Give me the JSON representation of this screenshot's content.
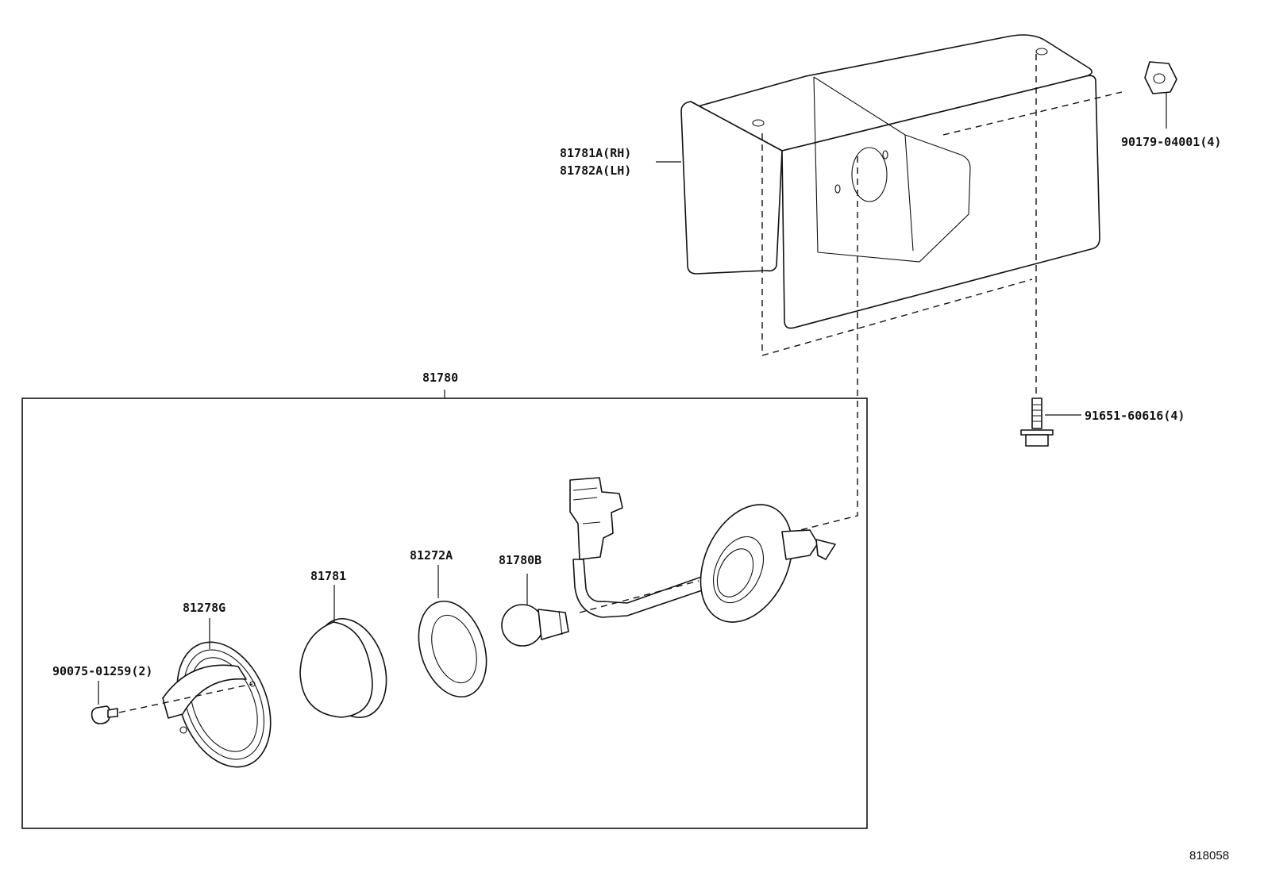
{
  "labels": {
    "bracket_rh": "81781A(RH)",
    "bracket_lh": "81782A(LH)",
    "nut": "90179-04001(4)",
    "bolt": "91651-60616(4)",
    "assembly": "81780",
    "screw": "90075-01259(2)",
    "rim": "81278G",
    "lens": "81781",
    "gasket": "81272A",
    "bulb": "81780B"
  },
  "reference_code": "818058"
}
